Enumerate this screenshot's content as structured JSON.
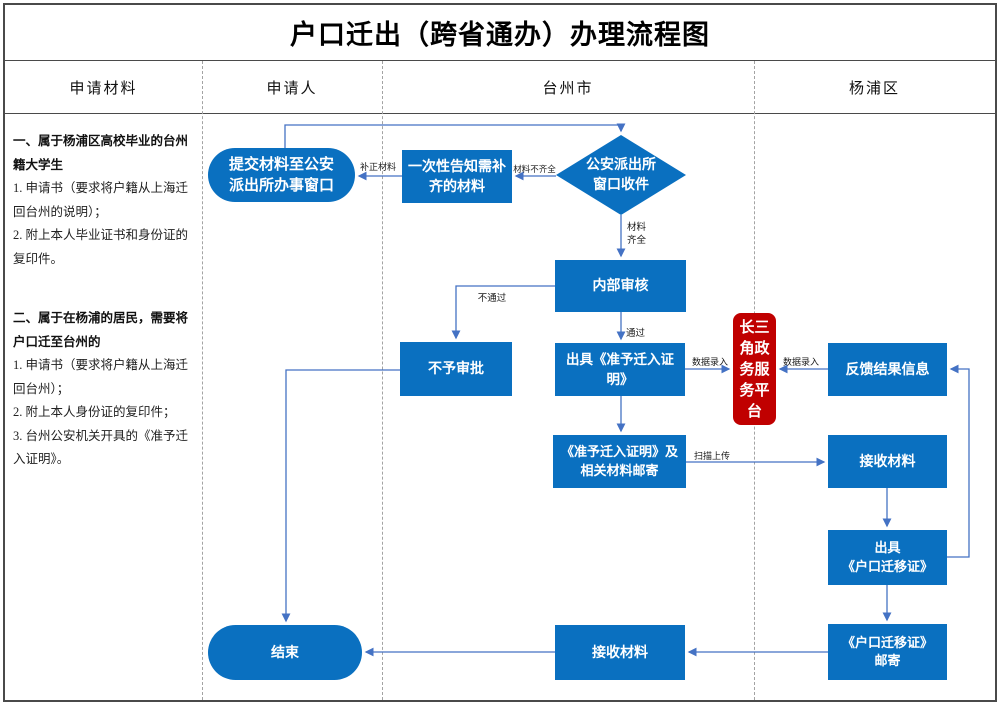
{
  "title": "户口迁出（跨省通办）办理流程图",
  "columns": {
    "materials": "申请材料",
    "applicant": "申请人",
    "taizhou": "台州市",
    "yangpu": "杨浦区"
  },
  "materials_panel": {
    "section1": {
      "heading": "一、属于杨浦区高校毕业的台州籍大学生",
      "item1": "1. 申请书（要求将户籍从上海迁回台州的说明）；",
      "item2": "2. 附上本人毕业证书和身份证的复印件。"
    },
    "section2": {
      "heading": "二、属于在杨浦的居民，需要将户口迁至台州的",
      "item1": "1. 申请书（要求将户籍从上海迁回台州）；",
      "item2": "2. 附上本人身份证的复印件；",
      "item3": "3. 台州公安机关开具的《准予迁入证明》。"
    }
  },
  "nodes": {
    "start": "提交材料至公安\n派出所办事窗口",
    "notify": "一次性告知需补\n齐的材料",
    "intake_decision": "公安派出所\n窗口收件",
    "internal_review": "内部审核",
    "reject": "不予审批",
    "issue_permit": "出具《准予迁入证\n明》",
    "platform": "长三角政务服务平台",
    "feedback": "反馈结果信息",
    "mail_permit": "《准予迁入证明》及\n相关材料邮寄",
    "receive_yangpu": "接收材料",
    "issue_cert": "出具\n《户口迁移证》",
    "mail_cert": "《户口迁移证》\n邮寄",
    "receive_taizhou": "接收材料",
    "end": "结束"
  },
  "edge_labels": {
    "supplement": "补正材料",
    "incomplete": "材料不齐全",
    "complete": "材料\n齐全",
    "fail": "不通过",
    "pass": "通过",
    "data_entry_left": "数据录入",
    "data_entry_right": "数据录入",
    "scan_upload": "扫描上传"
  },
  "colors": {
    "node_blue": "#0a70c0",
    "platform_red": "#c00000",
    "connector_blue": "#4472c4"
  }
}
